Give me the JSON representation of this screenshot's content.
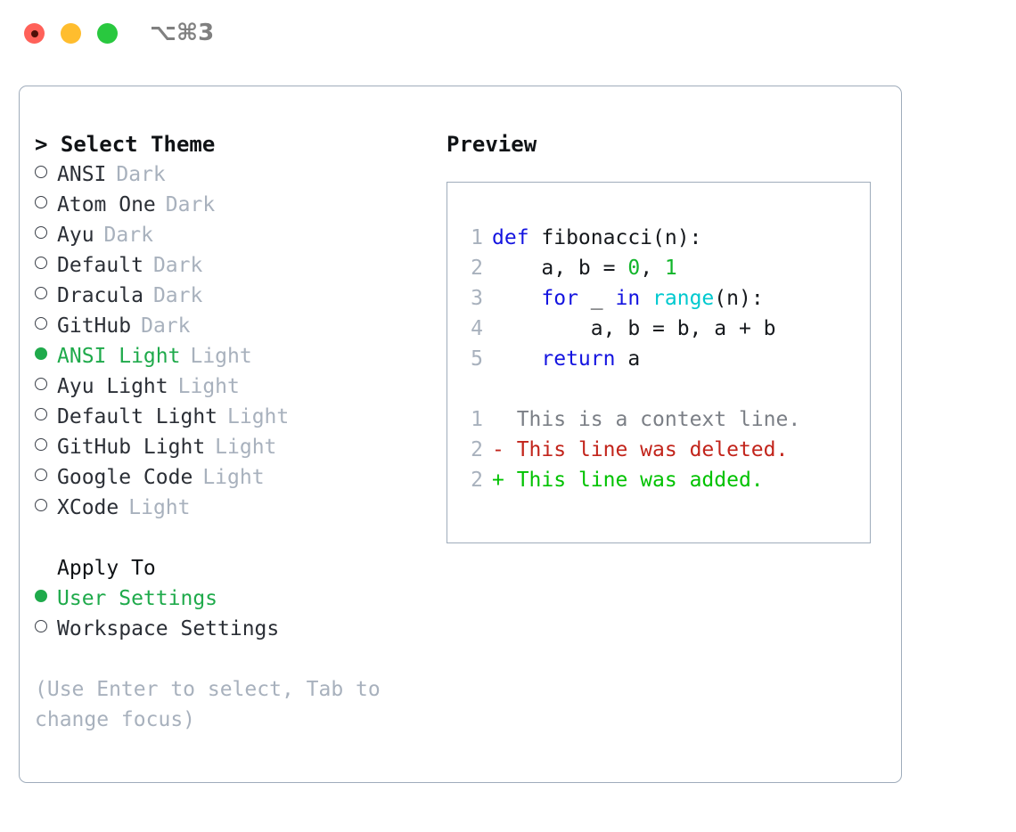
{
  "titlebar": {
    "shortcut": "⌥⌘3",
    "controls": [
      {
        "name": "close",
        "color": "#ff6159"
      },
      {
        "name": "minimize",
        "color": "#ffbd2e"
      },
      {
        "name": "maximize",
        "color": "#29c83f"
      }
    ]
  },
  "theme_panel": {
    "header_caret": "> ",
    "header": "Select Theme",
    "items": [
      {
        "name": "ANSI",
        "badge": "Dark",
        "selected": false
      },
      {
        "name": "Atom One",
        "badge": "Dark",
        "selected": false
      },
      {
        "name": "Ayu",
        "badge": "Dark",
        "selected": false
      },
      {
        "name": "Default",
        "badge": "Dark",
        "selected": false
      },
      {
        "name": "Dracula",
        "badge": "Dark",
        "selected": false
      },
      {
        "name": "GitHub",
        "badge": "Dark",
        "selected": false
      },
      {
        "name": "ANSI Light",
        "badge": "Light",
        "selected": true
      },
      {
        "name": "Ayu Light",
        "badge": "Light",
        "selected": false
      },
      {
        "name": "Default Light",
        "badge": "Light",
        "selected": false
      },
      {
        "name": "GitHub Light",
        "badge": "Light",
        "selected": false
      },
      {
        "name": "Google Code",
        "badge": "Light",
        "selected": false
      },
      {
        "name": "XCode",
        "badge": "Light",
        "selected": false
      }
    ]
  },
  "apply_to": {
    "title": "Apply To",
    "options": [
      {
        "label": "User Settings",
        "selected": true
      },
      {
        "label": "Workspace Settings",
        "selected": false
      }
    ]
  },
  "hint": "(Use Enter to select, Tab to change focus)",
  "preview": {
    "header": "Preview",
    "code_lines": [
      {
        "no": "1",
        "tokens": [
          {
            "t": "def",
            "c": "kw"
          },
          {
            "t": " fibonacci(n):",
            "c": "txt"
          }
        ]
      },
      {
        "no": "2",
        "tokens": [
          {
            "t": "    a, b = ",
            "c": "txt"
          },
          {
            "t": "0",
            "c": "num"
          },
          {
            "t": ", ",
            "c": "txt"
          },
          {
            "t": "1",
            "c": "num"
          }
        ]
      },
      {
        "no": "3",
        "tokens": [
          {
            "t": "    ",
            "c": "txt"
          },
          {
            "t": "for",
            "c": "kw"
          },
          {
            "t": " _ ",
            "c": "txt"
          },
          {
            "t": "in",
            "c": "kw"
          },
          {
            "t": " ",
            "c": "txt"
          },
          {
            "t": "range",
            "c": "fn"
          },
          {
            "t": "(n):",
            "c": "txt"
          }
        ]
      },
      {
        "no": "4",
        "tokens": [
          {
            "t": "        a, b = b, a + b",
            "c": "txt"
          }
        ]
      },
      {
        "no": "5",
        "tokens": [
          {
            "t": "    ",
            "c": "txt"
          },
          {
            "t": "return",
            "c": "kw"
          },
          {
            "t": " a",
            "c": "txt"
          }
        ]
      }
    ],
    "diff_lines": [
      {
        "no": "1",
        "marker": "  ",
        "text": "This is a context line.",
        "kind": "ctx"
      },
      {
        "no": "2",
        "marker": "- ",
        "text": "This line was deleted.",
        "kind": "del"
      },
      {
        "no": "2",
        "marker": "+ ",
        "text": "This line was added.",
        "kind": "add"
      }
    ]
  },
  "colors": {
    "accent_green": "#1faa4b",
    "muted": "#a8b1bd",
    "border": "#9facbb",
    "keyword": "#1414e0",
    "function": "#00c9cf",
    "number": "#11b52a",
    "deleted": "#c2241b",
    "added": "#00c200"
  }
}
